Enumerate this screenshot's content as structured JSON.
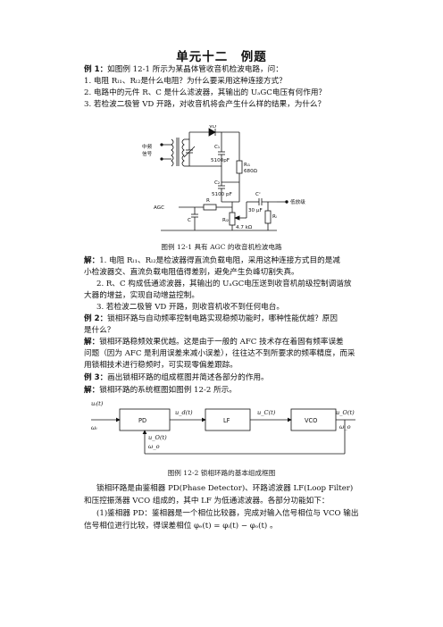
{
  "title": "单元十二　例题",
  "ex1": {
    "label": "例 1：",
    "question": "如图例 12-1 所示为某晶体管收音机检波电路，问：",
    "items": [
      "1.  电阻 Rₗ₁、Rₗ₂是什么电阻？为什么要采用这种连接方式？",
      "2.  电路中的元件 R、C 是什么滤波器，其输出的 UₐGC电压有何作用？",
      "3.  若检波二极管 VD 开路，对收音机将会产生什么样的结果，为什么？"
    ]
  },
  "fig1": {
    "caption": "图例 12-1  具有 AGC 的收音机检波电路",
    "labels": {
      "input_line1": "中频",
      "input_line2": "信号",
      "vd": "VD",
      "c1": "C₁",
      "c1_val": "5100pF",
      "rl1": "Rₗ₁",
      "rl1_val": "680Ω",
      "c2": "C₂",
      "c2_val": "5100 pF",
      "cc": "Cᶜ",
      "cc_val": "30 μF",
      "ri": "Rᵢ",
      "agc": "AGC",
      "r": "R",
      "c": "C",
      "rl2": "Rₗ₂",
      "rl2_val": "4.7 kΩ",
      "out": "低放级"
    }
  },
  "ans1": {
    "label": "解：",
    "lines": [
      "1.  电阻 Rₗ₁、Rₗ₂是检波器得直流负载电阻，采用这种连接方式目的是减",
      "小检波器交、直流负载电阻值得差别，避免产生负峰切割失真。",
      "2. R、C 构成低通滤波器，其输出的 UₐGC电压送到收音机前级控制调谐放",
      "大器的增益，实现自动增益控制。",
      "3. 若检波二极管 VD 开路，则收音机收不到任何电台。"
    ]
  },
  "ex2": {
    "label": "例 2：",
    "lines": [
      "锁相环路与自动频率控制电路实现稳频功能时，哪种性能优越？原因",
      "是什么？"
    ]
  },
  "ans2": {
    "label": "解：",
    "lines": [
      "锁相环路稳频效果优越。这是由于一般的 AFC 技术存在着固有频率误差",
      "问题（因为 AFC 是利用误差来减小误差），往往达不到所要求的频率精度，而采",
      "用锁相技术进行稳频时，可实现零偏差跟踪。"
    ]
  },
  "ex3": {
    "label": "例 3：",
    "text": "画出锁相环路的组成框图并简述各部分的作用。"
  },
  "ans3": {
    "label": "解：",
    "text": "锁相环路的系统框图如图例 12-2 所示。"
  },
  "fig2": {
    "caption": "图例 12-2  锁相环路的基本组成框图",
    "blocks": [
      "PD",
      "LF",
      "VCO"
    ],
    "signals": {
      "ui": "uᵢ(t)",
      "wi": "ωᵢ",
      "ud": "u_d(t)",
      "uc": "u_C(t)",
      "uo": "u_O(t)",
      "wo": "ω_o",
      "fb_u": "u_O(t)",
      "fb_w": "ω_o"
    }
  },
  "body": {
    "lines": [
      "锁相环路是由鉴相器 PD(Phase Detector)、环路滤波器 LF(Loop Filter)",
      "和压控振荡器 VCO 组成的，其中 LF 为低通滤波器。各部分功能如下：",
      "(1)鉴相器 PD：鉴相器是一个相位比较器，完成对输入信号相位与 VCO 输出",
      "信号相位进行比较，得误差相位 φₑ(t) = φᵢ(t) − φₒ(t) 。"
    ]
  }
}
